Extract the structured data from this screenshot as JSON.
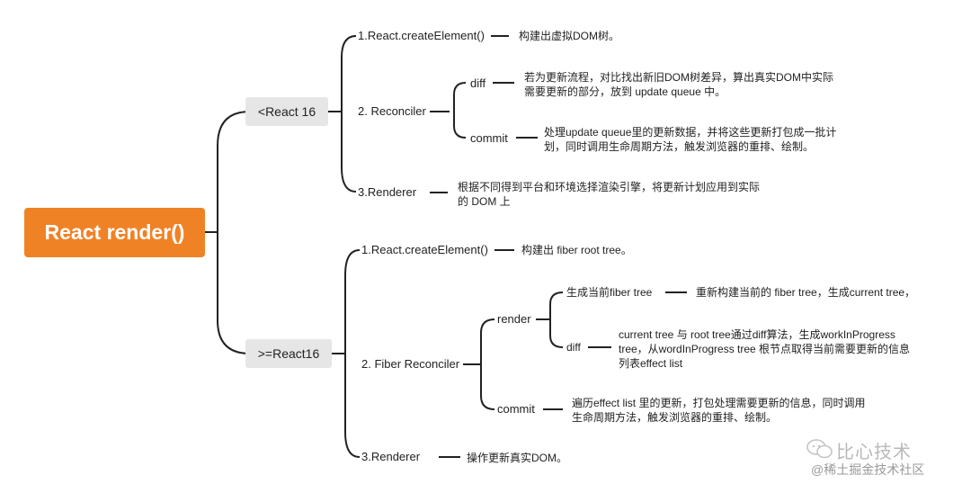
{
  "root": "React render()",
  "v16": {
    "title": "<React 16",
    "step1": {
      "label": "1.React.createElement()",
      "desc": "构建出虚拟DOM树。"
    },
    "step2": {
      "label": "2. Reconciler",
      "diff": {
        "label": "diff",
        "desc1": "若为更新流程，对比找出新旧DOM树差异，算出真实DOM中实际",
        "desc2": "需要更新的部分，放到 update queue 中。"
      },
      "commit": {
        "label": "commit",
        "desc1": "处理update queue里的更新数据，并将这些更新打包成一批计",
        "desc2": "划，同时调用生命周期方法，触发浏览器的重排、绘制。"
      }
    },
    "step3": {
      "label": "3.Renderer",
      "desc1": "根据不同得到平台和环境选择渲染引擎，将更新计划应用到实际",
      "desc2": "的 DOM 上"
    }
  },
  "fiber": {
    "title": ">=React16",
    "step1": {
      "label": "1.React.createElement()",
      "desc": "构建出 fiber root tree。"
    },
    "step2": {
      "label": "2. Fiber Reconciler",
      "render": {
        "label": "render",
        "gen": {
          "label": "生成当前fiber tree",
          "desc": "重新构建当前的 fiber tree，生成current tree，"
        },
        "diff": {
          "label": "diff",
          "desc1": "current tree 与 root tree通过diff算法，生成workInProgress",
          "desc2": "tree，从wordInProgress tree 根节点取得当前需要更新的信息",
          "desc3": "列表effect list"
        }
      },
      "commit": {
        "label": "commit",
        "desc1": "遍历effect list 里的更新，打包处理需要更新的信息，同时调用",
        "desc2": "生命周期方法，触发浏览器的重排、绘制。"
      }
    },
    "step3": {
      "label": "3.Renderer",
      "desc": "操作更新真实DOM。"
    }
  },
  "watermark": {
    "brand": "比心技术",
    "site": "@稀土掘金技术社区"
  }
}
